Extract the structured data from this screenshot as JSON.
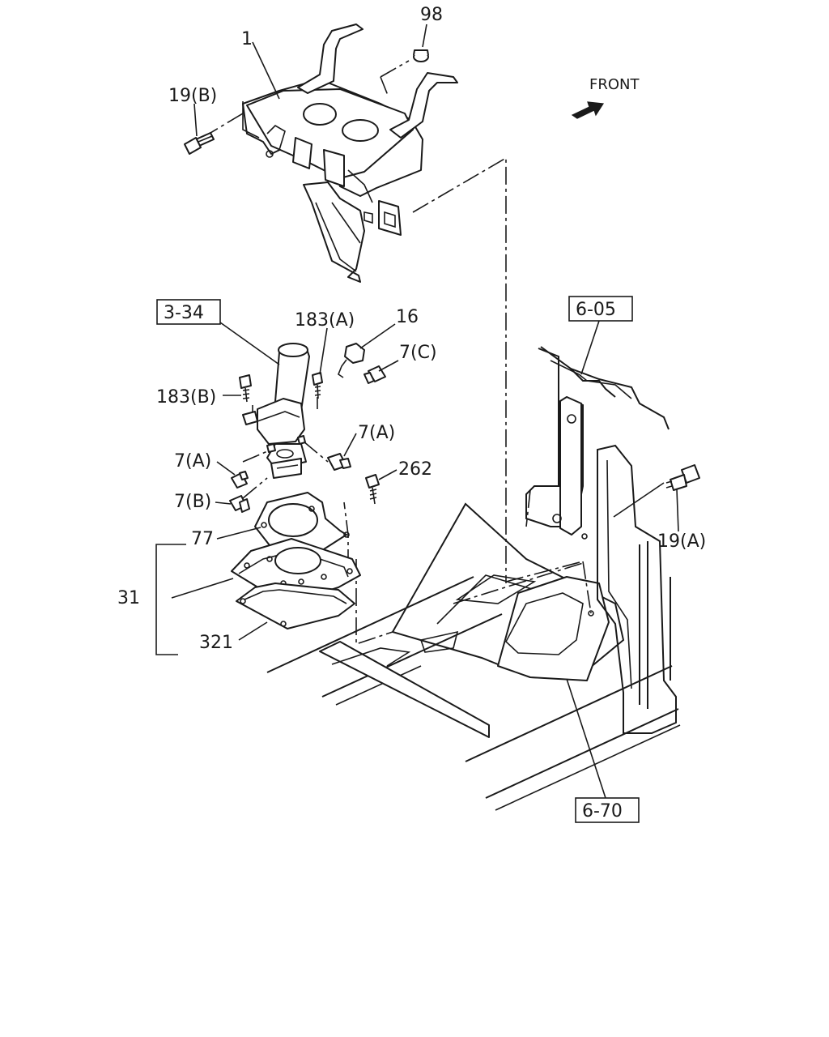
{
  "callouts": {
    "c98": "98",
    "c1": "1",
    "c19b": "19(B)",
    "front": "FRONT",
    "c183a": "183(A)",
    "c16": "16",
    "c7c": "7(C)",
    "c183b": "183(B)",
    "c7a_right": "7(A)",
    "c7a_left": "7(A)",
    "c262": "262",
    "c7b": "7(B)",
    "c77": "77",
    "c31": "31",
    "c321": "321",
    "c19a": "19(A)"
  },
  "references": {
    "r334": "3-34",
    "r605": "6-05",
    "r670": "6-70"
  }
}
